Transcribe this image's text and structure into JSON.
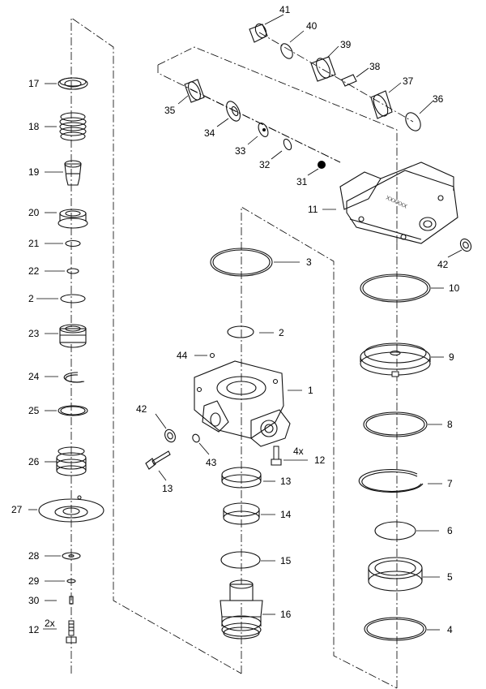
{
  "diagram": {
    "type": "exploded-parts-view",
    "callouts": [
      {
        "id": "c41",
        "label": "41"
      },
      {
        "id": "c40",
        "label": "40"
      },
      {
        "id": "c39",
        "label": "39"
      },
      {
        "id": "c38",
        "label": "38"
      },
      {
        "id": "c37",
        "label": "37"
      },
      {
        "id": "c36",
        "label": "36"
      },
      {
        "id": "c35",
        "label": "35"
      },
      {
        "id": "c34",
        "label": "34"
      },
      {
        "id": "c33",
        "label": "33"
      },
      {
        "id": "c32",
        "label": "32"
      },
      {
        "id": "c31",
        "label": "31"
      },
      {
        "id": "c11",
        "label": "11"
      },
      {
        "id": "c42a",
        "label": "42"
      },
      {
        "id": "c17",
        "label": "17"
      },
      {
        "id": "c18",
        "label": "18"
      },
      {
        "id": "c19",
        "label": "19"
      },
      {
        "id": "c20",
        "label": "20"
      },
      {
        "id": "c21",
        "label": "21"
      },
      {
        "id": "c22",
        "label": "22"
      },
      {
        "id": "c2a",
        "label": "2"
      },
      {
        "id": "c23",
        "label": "23"
      },
      {
        "id": "c24",
        "label": "24"
      },
      {
        "id": "c25",
        "label": "25"
      },
      {
        "id": "c26",
        "label": "26"
      },
      {
        "id": "c27",
        "label": "27"
      },
      {
        "id": "c28",
        "label": "28"
      },
      {
        "id": "c29",
        "label": "29"
      },
      {
        "id": "c30",
        "label": "30"
      },
      {
        "id": "c12a",
        "label": "12"
      },
      {
        "id": "c3",
        "label": "3"
      },
      {
        "id": "c2b",
        "label": "2"
      },
      {
        "id": "c44",
        "label": "44"
      },
      {
        "id": "c1",
        "label": "1"
      },
      {
        "id": "c42b",
        "label": "42"
      },
      {
        "id": "c43",
        "label": "43"
      },
      {
        "id": "c12b",
        "label": "12"
      },
      {
        "id": "c13a",
        "label": "13"
      },
      {
        "id": "c13b",
        "label": "13"
      },
      {
        "id": "c14",
        "label": "14"
      },
      {
        "id": "c15",
        "label": "15"
      },
      {
        "id": "c16",
        "label": "16"
      },
      {
        "id": "c10",
        "label": "10"
      },
      {
        "id": "c9",
        "label": "9"
      },
      {
        "id": "c8",
        "label": "8"
      },
      {
        "id": "c7",
        "label": "7"
      },
      {
        "id": "c6",
        "label": "6"
      },
      {
        "id": "c5",
        "label": "5"
      },
      {
        "id": "c4",
        "label": "4"
      }
    ],
    "quantities": {
      "q12_left": "2x",
      "q12_right": "4x"
    }
  }
}
